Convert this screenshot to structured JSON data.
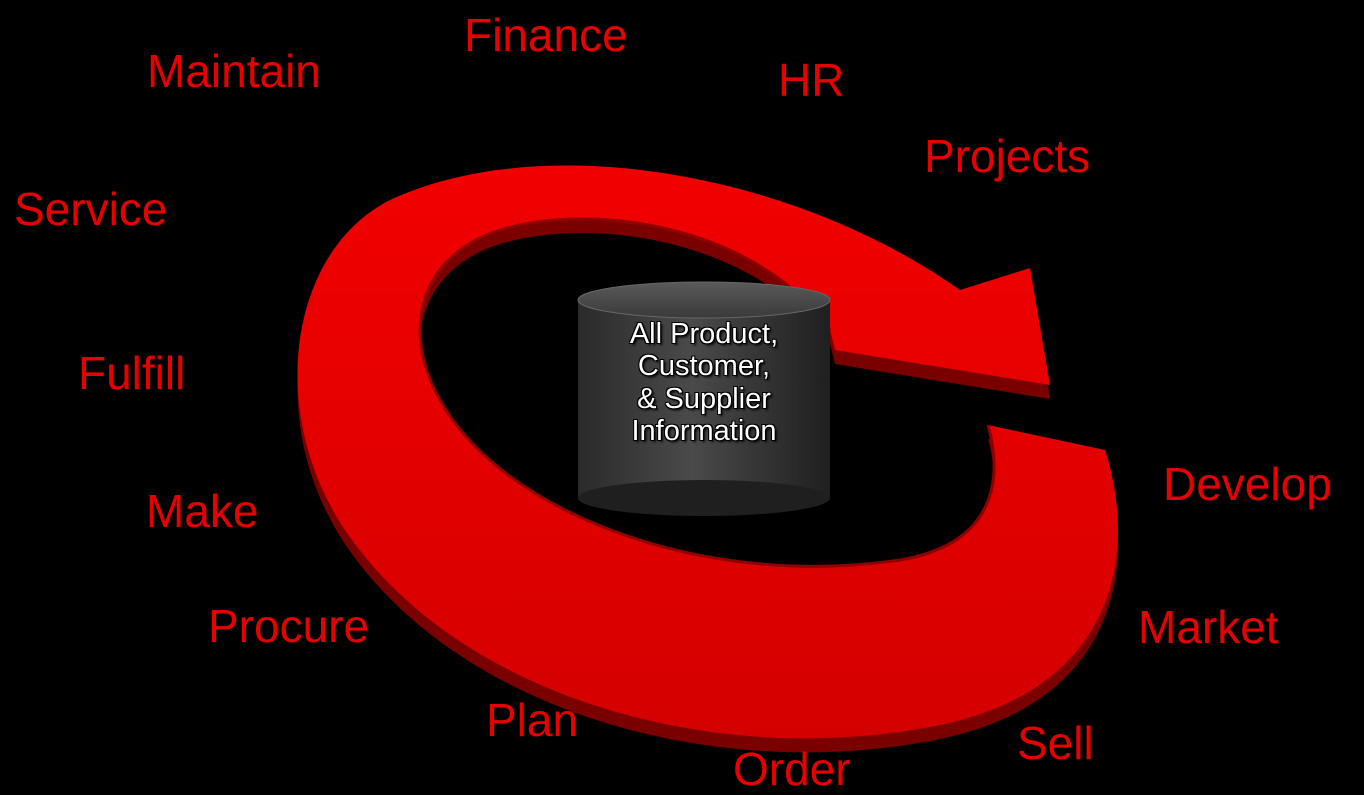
{
  "labels": {
    "finance": "Finance",
    "maintain": "Maintain",
    "hr": "HR",
    "projects": "Projects",
    "service": "Service",
    "fulfill": "Fulfill",
    "develop": "Develop",
    "make": "Make",
    "procure": "Procure",
    "market": "Market",
    "plan": "Plan",
    "sell": "Sell",
    "order": "Order"
  },
  "database": {
    "line1": "All Product,",
    "line2": "Customer,",
    "line3": "& Supplier",
    "line4": "Information"
  },
  "colors": {
    "background": "#000000",
    "label": "#e60000",
    "arrow": "#e00000",
    "cylinder": "#3a3a3a"
  }
}
